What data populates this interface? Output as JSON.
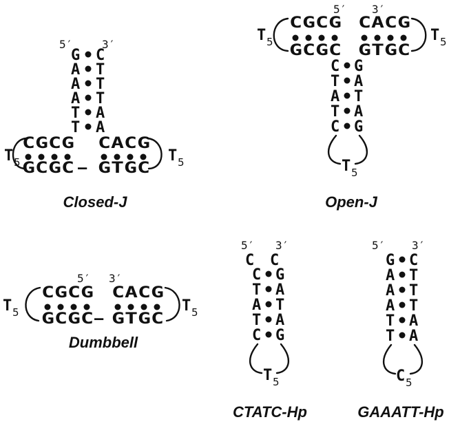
{
  "labels": {
    "prime5": "5′",
    "prime3": "3′",
    "loop_T": "T",
    "loop_C": "C",
    "loop_sub": "5",
    "dash": "–"
  },
  "captions": {
    "closed_j": "Closed-J",
    "open_j": "Open-J",
    "dumbbell": "Dumbbell",
    "ctatc_hp": "CTATC-Hp",
    "gaaatt_hp": "GAAATT-Hp"
  },
  "stems": {
    "closed_j_vertical": [
      [
        "G",
        "C"
      ],
      [
        "A",
        "T"
      ],
      [
        "A",
        "T"
      ],
      [
        "A",
        "T"
      ],
      [
        "T",
        "A"
      ],
      [
        "T",
        "A"
      ]
    ],
    "open_j_vertical": [
      [
        "C",
        "G"
      ],
      [
        "T",
        "A"
      ],
      [
        "A",
        "T"
      ],
      [
        "T",
        "A"
      ],
      [
        "C",
        "G"
      ]
    ],
    "ctatc_hp": [
      [
        "C",
        "G"
      ],
      [
        "T",
        "A"
      ],
      [
        "A",
        "T"
      ],
      [
        "T",
        "A"
      ],
      [
        "C",
        "G"
      ]
    ],
    "gaaatt_hp": [
      [
        "G",
        "C"
      ],
      [
        "A",
        "T"
      ],
      [
        "A",
        "T"
      ],
      [
        "A",
        "T"
      ],
      [
        "T",
        "A"
      ],
      [
        "T",
        "A"
      ]
    ]
  },
  "ctatc_unpaired": [
    "C",
    "C"
  ],
  "arms": {
    "left_top": "CGCG",
    "left_bottom": "GCGC",
    "right_top": "CACG",
    "right_bottom": "GTGC"
  },
  "colors": {
    "ink": "#111111",
    "background": "#ffffff"
  }
}
